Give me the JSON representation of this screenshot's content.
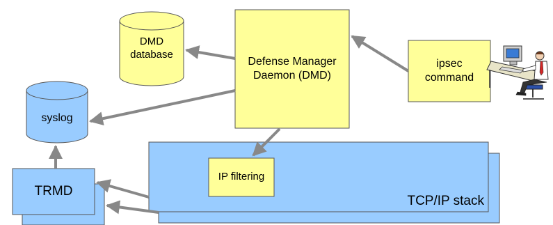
{
  "nodes": {
    "dmd_database": "DMD\ndatabase",
    "dmd": "Defense Manager\nDaemon (DMD)",
    "ipsec_command": "ipsec\ncommand",
    "syslog": "syslog",
    "trmd": "TRMD",
    "ip_filtering": "IP filtering",
    "tcpip_stack": "TCP/IP stack"
  },
  "colors": {
    "yellow_fill": "#ffff99",
    "blue_fill": "#99ccff",
    "stroke": "#555555",
    "arrow": "#888888"
  },
  "edges": [
    {
      "from": "dmd",
      "to": "dmd_database"
    },
    {
      "from": "dmd",
      "to": "syslog"
    },
    {
      "from": "dmd",
      "to": "ip_filtering"
    },
    {
      "from": "ipsec_command",
      "to": "dmd"
    },
    {
      "from": "trmd",
      "to": "syslog"
    },
    {
      "from": "tcpip_stack",
      "to": "trmd"
    }
  ]
}
